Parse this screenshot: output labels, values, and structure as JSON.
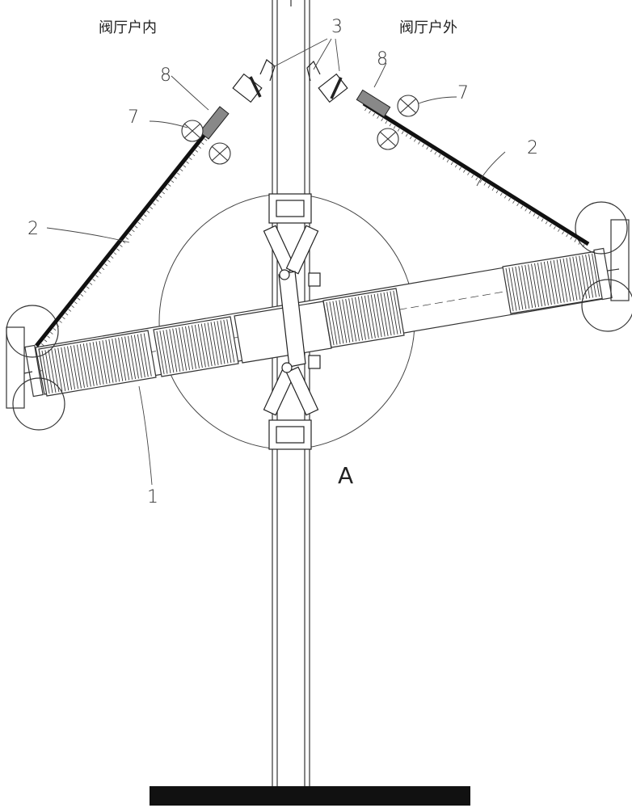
{
  "labels": {
    "inside": "阀厅户内",
    "outside": "阀厅户外",
    "detail": "A"
  },
  "callouts": {
    "n1": "1",
    "n2_left": "2",
    "n2_right": "2",
    "n3": "3",
    "n7_left": "7",
    "n7_right": "7",
    "n8_left": "8",
    "n8_right": "8"
  },
  "colors": {
    "line": "#333333",
    "heavy": "#111111",
    "background": "#ffffff"
  }
}
